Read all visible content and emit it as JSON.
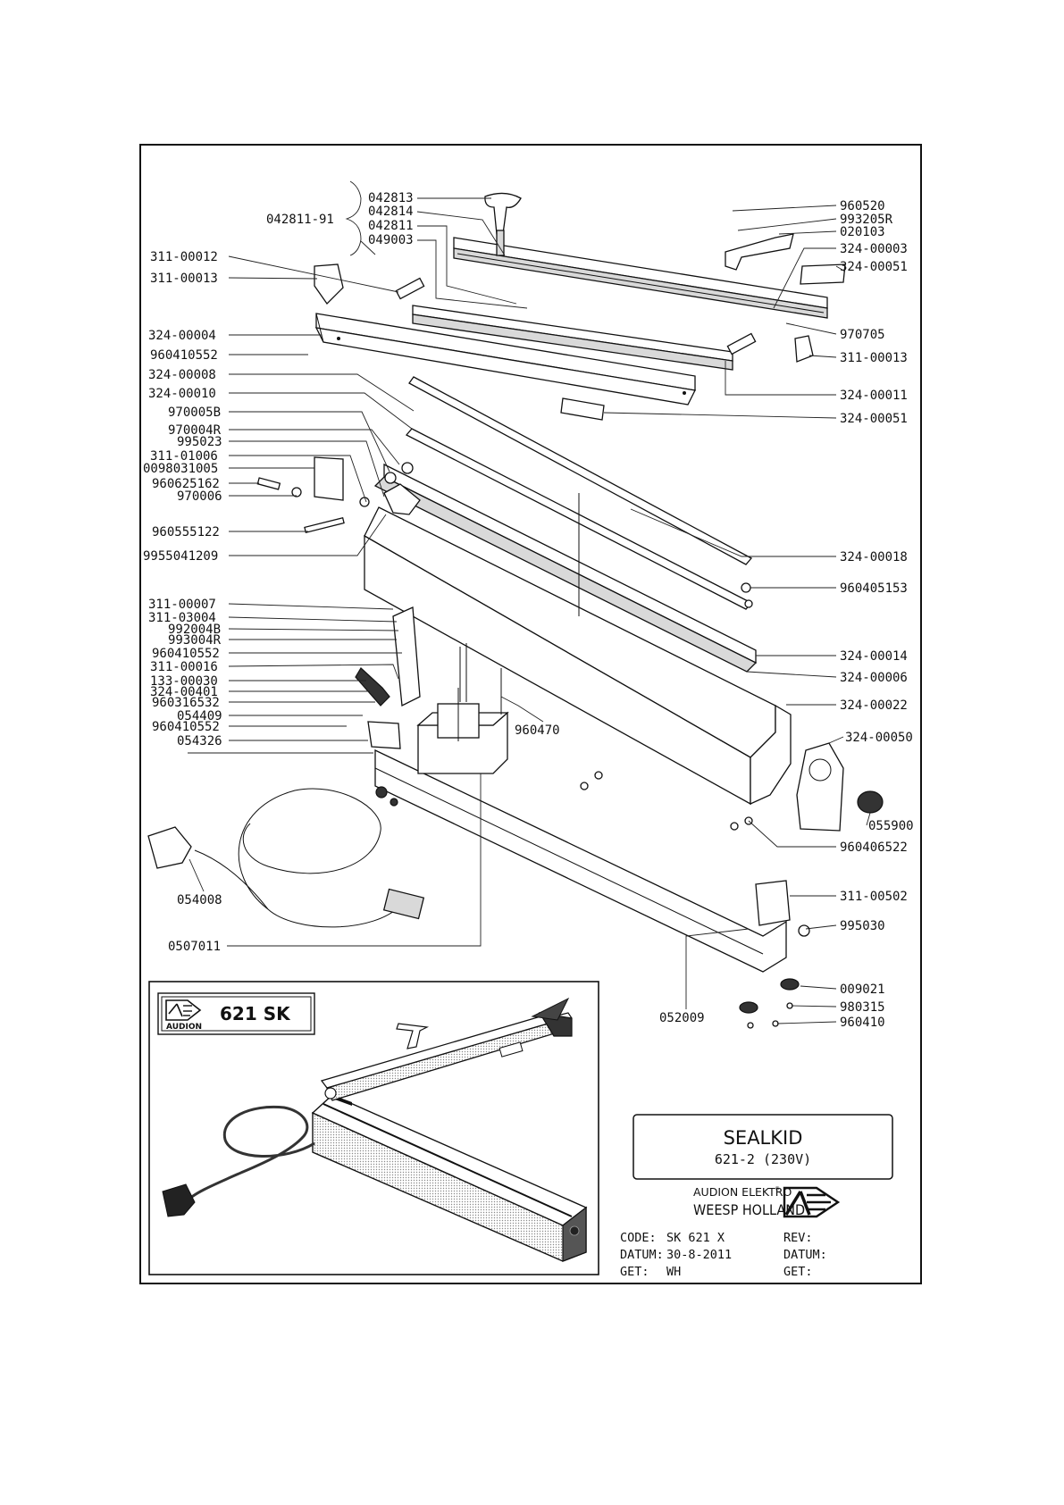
{
  "title_block": {
    "product_name": "SEALKID",
    "product_variant": "621-2 (230V)",
    "company_line1": "AUDION ELEKTRO",
    "company_line2": "WEESP HOLLAND",
    "fields": {
      "code_label": "CODE:",
      "code_value": "SK 621 X",
      "datum_label": "DATUM:",
      "datum_value": "30-8-2011",
      "get_label": "GET:",
      "get_value": "WH",
      "rev_label": "REV:",
      "rev_value": "",
      "datum2_label": "DATUM:",
      "datum2_value": "",
      "get2_label": "GET:",
      "get2_value": ""
    }
  },
  "inset": {
    "brand": "AUDION",
    "model": "621 SK"
  },
  "parts": {
    "group_label": "042811-91",
    "labels": [
      "042813",
      "042814",
      "042811",
      "049003",
      "311-00012",
      "311-00013",
      "324-00004",
      "960410552",
      "324-00008",
      "324-00010",
      "970005B",
      "970004R",
      "995023",
      "311-01006",
      "0098031005",
      "960625162",
      "970006",
      "960555122",
      "9955041209",
      "311-00007",
      "311-03004",
      "992004B",
      "993004R",
      "960410552",
      "311-00016",
      "133-00030",
      "324-00401",
      "960316532",
      "054409",
      "960410552",
      "054326",
      "054008",
      "0507011",
      "960470",
      "960520",
      "993205R",
      "020103",
      "324-00003",
      "324-00051",
      "970705",
      "311-00013",
      "324-00011",
      "324-00051",
      "324-00018",
      "960405153",
      "324-00014",
      "324-00006",
      "324-00022",
      "324-00050",
      "055900",
      "960406522",
      "311-00502",
      "995030",
      "009021",
      "980315",
      "960410",
      "052009"
    ]
  }
}
